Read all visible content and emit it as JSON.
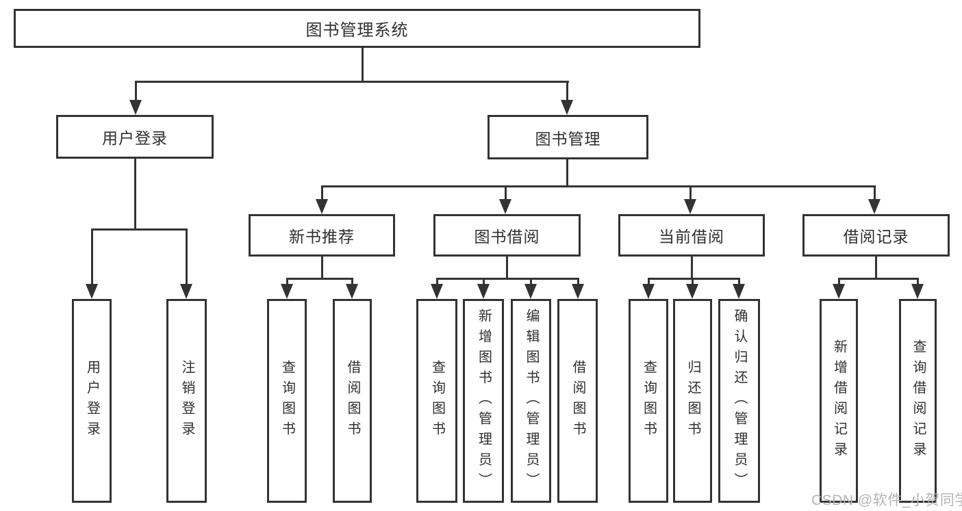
{
  "diagram": {
    "title": "图书管理系统",
    "root": {
      "label": "图书管理系统"
    },
    "branches": {
      "user_login": {
        "label": "用户登录",
        "children": {
          "login": "用户登录",
          "logout": "注销登录"
        }
      },
      "book_management": {
        "label": "图书管理",
        "children": {
          "new_book_recommend": {
            "label": "新书推荐",
            "children": {
              "query_books": "查询图书",
              "borrow_books": "借阅图书"
            }
          },
          "book_borrowing": {
            "label": "图书借阅",
            "children": {
              "query_books": "查询图书",
              "add_books_admin": "新增图书（管理员）",
              "edit_books_admin": "编辑图书（管理员）",
              "borrow_books": "借阅图书"
            }
          },
          "current_borrowing": {
            "label": "当前借阅",
            "children": {
              "query_books": "查询图书",
              "return_books": "归还图书",
              "confirm_return_admin": "确认归还（管理员）"
            }
          },
          "borrowing_records": {
            "label": "借阅记录",
            "children": {
              "add_record": "新增借阅记录",
              "query_record": "查询借阅记录"
            }
          }
        }
      }
    }
  },
  "watermark": {
    "text": "CSDN @软件_小贺同学",
    "color": "#b4b4b8"
  },
  "colors": {
    "line": "#333333",
    "text": "#2f2f2f",
    "background": "#ffffff"
  }
}
